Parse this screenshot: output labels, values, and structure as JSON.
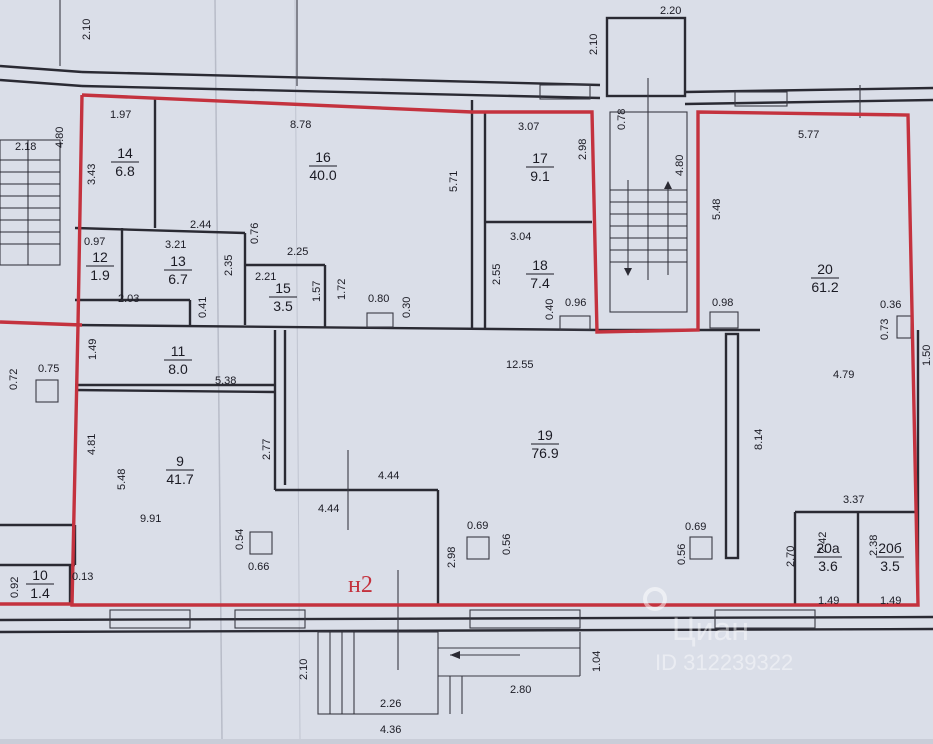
{
  "diagram": {
    "rooms": [
      {
        "id": "room-14",
        "number": "14",
        "area": "6.8"
      },
      {
        "id": "room-16",
        "number": "16",
        "area": "40.0"
      },
      {
        "id": "room-17",
        "number": "17",
        "area": "9.1"
      },
      {
        "id": "room-18",
        "number": "18",
        "area": "7.4"
      },
      {
        "id": "room-20",
        "number": "20",
        "area": "61.2"
      },
      {
        "id": "room-12",
        "number": "12",
        "area": "1.9"
      },
      {
        "id": "room-13",
        "number": "13",
        "area": "6.7"
      },
      {
        "id": "room-15",
        "number": "15",
        "area": "3.5"
      },
      {
        "id": "room-11",
        "number": "11",
        "area": "8.0"
      },
      {
        "id": "room-19",
        "number": "19",
        "area": "76.9"
      },
      {
        "id": "room-9",
        "number": "9",
        "area": "41.7"
      },
      {
        "id": "room-10",
        "number": "10",
        "area": "1.4"
      },
      {
        "id": "room-20a",
        "number": "20а",
        "area": "3.6"
      },
      {
        "id": "room-20b",
        "number": "20б",
        "area": "3.5"
      }
    ],
    "dimensions": [
      "2.10",
      "2.20",
      "2.10",
      "0.78",
      "4.80",
      "2.18",
      "4.80",
      "1.97",
      "8.78",
      "3.07",
      "5.77",
      "3.43",
      "5.71",
      "2.98",
      "5.48",
      "2.44",
      "0.97",
      "3.21",
      "0.76",
      "2.25",
      "3.04",
      "2.35",
      "2.21",
      "2.55",
      "1.57",
      "1.72",
      "2.03",
      "0.41",
      "0.80",
      "0.30",
      "0.40",
      "0.96",
      "0.98",
      "0.36",
      "0.73",
      "1.49",
      "12.55",
      "0.75",
      "0.72",
      "5.38",
      "4.79",
      "8.14",
      "2.77",
      "4.81",
      "5.48",
      "9.91",
      "4.44",
      "4.44",
      "3.37",
      "0.69",
      "0.56",
      "0.69",
      "0.56",
      "0.54",
      "0.66",
      "2.98",
      "2.70",
      "2.42",
      "2.38",
      "0.92",
      "0.13",
      "1.49",
      "1.49",
      "2.10",
      "1.04",
      "2.80",
      "2.26",
      "4.36",
      "1.50"
    ],
    "unit_label": "н2",
    "watermark": {
      "brand": "Циан",
      "id_text": "ID 312239322"
    }
  }
}
